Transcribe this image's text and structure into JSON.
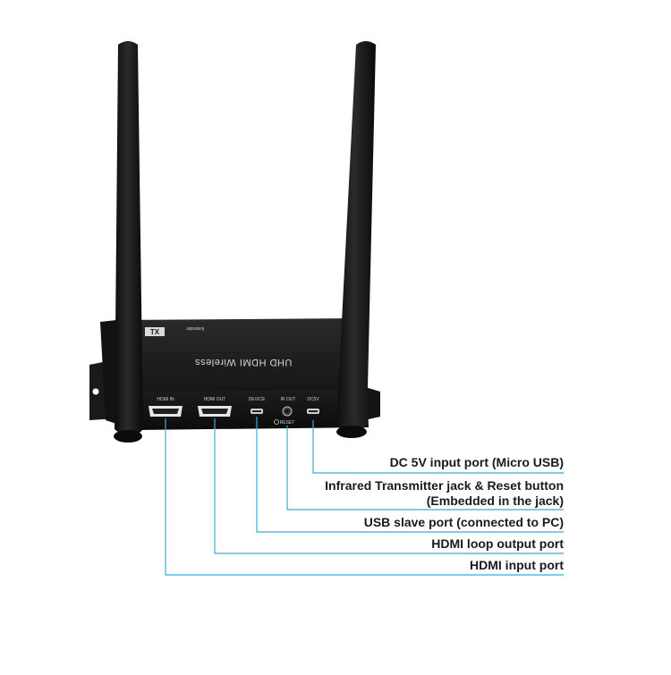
{
  "device": {
    "brand_text": "UHD HDMI Wireless",
    "model_badge": "TX",
    "maker_text": "Extender",
    "ports": [
      {
        "key": "hdmi_in",
        "label": "HDMI IN"
      },
      {
        "key": "hdmi_out",
        "label": "HDMI OUT"
      },
      {
        "key": "device",
        "label": "DEVICE"
      },
      {
        "key": "ir_out",
        "label": "IR OUT"
      },
      {
        "key": "dc5v",
        "label": "DC5V"
      }
    ],
    "reset_label": "RESET"
  },
  "callouts": [
    {
      "lines": [
        "DC 5V input port (Micro USB)"
      ]
    },
    {
      "lines": [
        "Infrared Transmitter jack & Reset button",
        "(Embedded in the jack)"
      ]
    },
    {
      "lines": [
        "USB slave port (connected to PC)"
      ]
    },
    {
      "lines": [
        "HDMI loop output port"
      ]
    },
    {
      "lines": [
        "HDMI input port"
      ]
    }
  ],
  "colors": {
    "callout_line": "#3fa9d6",
    "device_body": "#1e1e1e"
  }
}
